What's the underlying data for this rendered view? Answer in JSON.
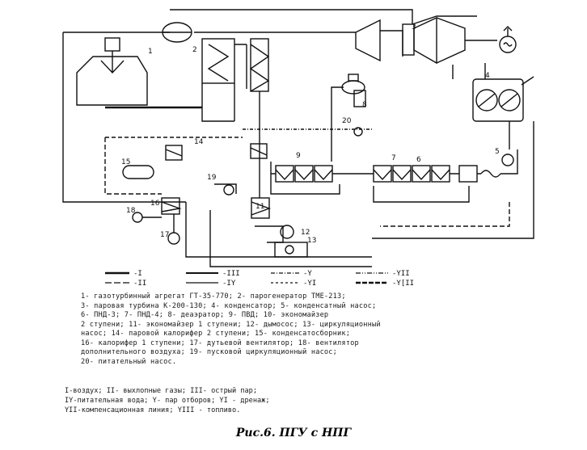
{
  "diagram": {
    "component_numbers": [
      "1",
      "2",
      "3",
      "4",
      "5",
      "6",
      "7",
      "8",
      "9",
      "11",
      "12",
      "13",
      "14",
      "15",
      "16",
      "17",
      "18",
      "19",
      "20"
    ],
    "line_types": [
      "-I",
      "-II",
      "-III",
      "-IY",
      "-Y",
      "-YI",
      "-YII",
      "-Y[II"
    ],
    "legend": [
      "1- газотурбинный агрегат ГТ-35-770; 2- парогенератор ТМЕ-213;",
      "3- паровая турбина К-200-130; 4- конденсатор; 5- конденсатный насос;",
      "6- ПНД-3; 7- ПНД-4; 8- деаэратор; 9- ПВД; 10- экономайзер",
      "2 ступени; 11- экономайзер 1 ступени; 12- дымосос; 13- циркуляционный",
      "насос; 14- паровой калорифер 2 ступени; 15- конденсатосборник;",
      "16- калорифер 1 ступени; 17- дутьевой вентилятор; 18- вентилятор",
      "дополнительного воздуха; 19- пусковой циркуляционный насос;",
      "20- питательный насос."
    ],
    "line_legend": [
      "I-воздух; II- выхлопные газы; III- острый пар;",
      "IY-питательная вода; Y- пар отборов; YI - дренаж;",
      "YII-компенсационная линия;   YIII - топливо."
    ],
    "caption": "Рис.6. ПГУ с НПГ"
  }
}
